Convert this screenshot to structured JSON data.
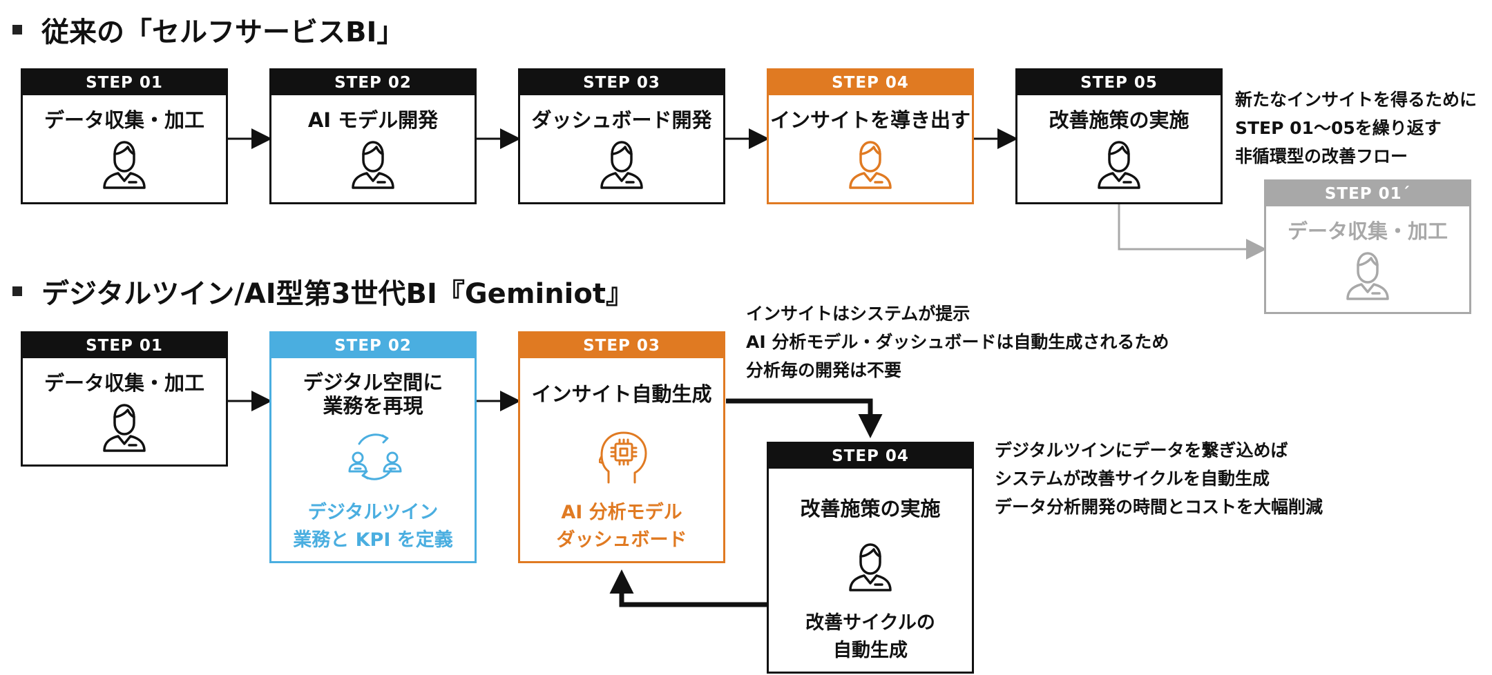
{
  "section1": {
    "title": "従来の「セルフサービスBI」",
    "steps": [
      {
        "header": "STEP 01",
        "label": "データ収集・加工"
      },
      {
        "header": "STEP 02",
        "label": "AI モデル開発"
      },
      {
        "header": "STEP 03",
        "label": "ダッシュボード開発"
      },
      {
        "header": "STEP 04",
        "label": "インサイトを導き出す"
      },
      {
        "header": "STEP 05",
        "label": "改善施策の実施"
      }
    ],
    "note": [
      "新たなインサイトを得るために",
      "STEP 01～05を繰り返す",
      "非循環型の改善フロー"
    ],
    "repeat_step": {
      "header": "STEP 01´",
      "label": "データ収集・加工"
    }
  },
  "section2": {
    "title": "デジタルツイン/AI型第3世代BI『Geminiot』",
    "step1": {
      "header": "STEP 01",
      "label": "データ収集・加工"
    },
    "step2": {
      "header": "STEP 02",
      "label_line1": "デジタル空間に",
      "label_line2": "業務を再現",
      "sub_line1": "デジタルツイン",
      "sub_line2": "業務と KPI を定義"
    },
    "step3": {
      "header": "STEP 03",
      "label": "インサイト自動生成",
      "sub_line1": "AI 分析モデル",
      "sub_line2": "ダッシュボード"
    },
    "step4": {
      "header": "STEP 04",
      "label": "改善施策の実施",
      "sub_line1": "改善サイクルの",
      "sub_line2": "自動生成"
    },
    "note_top": [
      "インサイトはシステムが提示",
      "AI 分析モデル・ダッシュボードは自動生成されるため",
      "分析毎の開発は不要"
    ],
    "note_right": [
      "デジタルツインにデータを繋ぎ込めば",
      "システムが改善サイクルを自動生成",
      "データ分析開発の時間とコストを大幅削減"
    ]
  },
  "colors": {
    "black": "#111111",
    "orange": "#e07a22",
    "blue": "#4aaee0",
    "gray": "#a8a8a8"
  },
  "icons": [
    "person-icon",
    "digital-twin-icon",
    "ai-head-icon",
    "arrow-icon"
  ]
}
